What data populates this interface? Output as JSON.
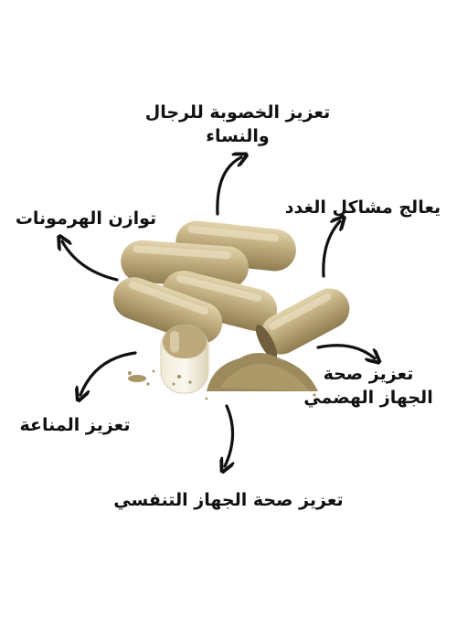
{
  "benefits": {
    "fertility": {
      "line1": "تعزيز الخصوبة للرجال",
      "line2": "والنساء"
    },
    "hormones": "توازن الهرمونات",
    "glands": "يعالج مشاكل الغدد",
    "digestive": {
      "line1": "تعزيز صحة",
      "line2": "الجهاز الهضمي"
    },
    "immunity": "تعزيز المناعة",
    "respiratory": "تعزيز صحة الجهاز التنفسي"
  },
  "colors": {
    "text": "#111111",
    "arrow": "#111111",
    "capsule_shell": "#b7a67b",
    "capsule_highlight": "#e9dfc2",
    "powder": "#9c8a5c",
    "background": "#ffffff"
  },
  "icons": [
    "curved-arrow-icon",
    "capsule-icon",
    "powder-pile-icon"
  ]
}
